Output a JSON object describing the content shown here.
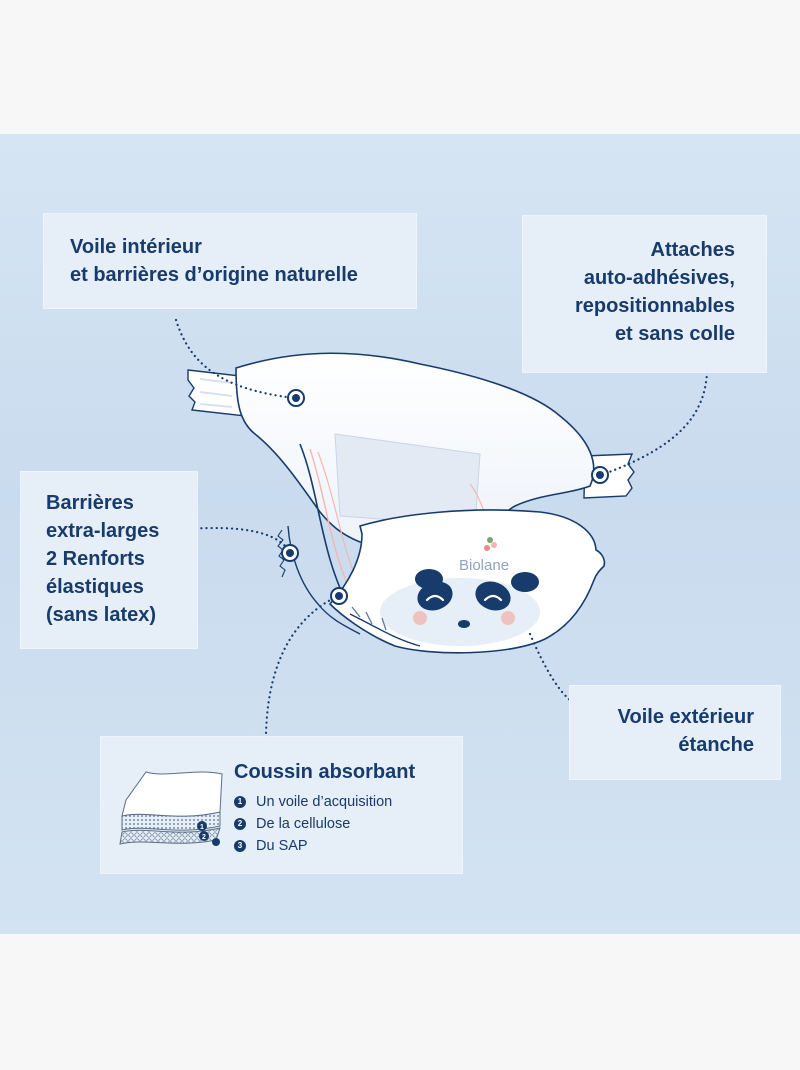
{
  "colors": {
    "text": "#173c6b",
    "panel": "#cfe0f1",
    "box": "#e6eef8",
    "diaper": "#ffffff",
    "accent_pink": "#f3b7b0"
  },
  "diagram": {
    "brand": "Biolane",
    "callouts": [
      {
        "id": "inner-veil",
        "lines": [
          "Voile intérieur",
          "et barrières d’origine naturelle"
        ]
      },
      {
        "id": "tabs",
        "lines": [
          "Attaches",
          "auto-adhésives,",
          "repositionnables",
          "et sans colle"
        ]
      },
      {
        "id": "barriers",
        "lines": [
          "Barrières",
          "extra-larges",
          "2 Renforts",
          "élastiques",
          "(sans latex)"
        ]
      },
      {
        "id": "outer-veil",
        "lines": [
          "Voile extérieur",
          "étanche"
        ]
      }
    ],
    "absorbent": {
      "title": "Coussin absorbant",
      "items": [
        {
          "num": "1",
          "label": "Un voile d’acquisition"
        },
        {
          "num": "2",
          "label": "De la cellulose"
        },
        {
          "num": "3",
          "label": "Du SAP"
        }
      ]
    }
  }
}
